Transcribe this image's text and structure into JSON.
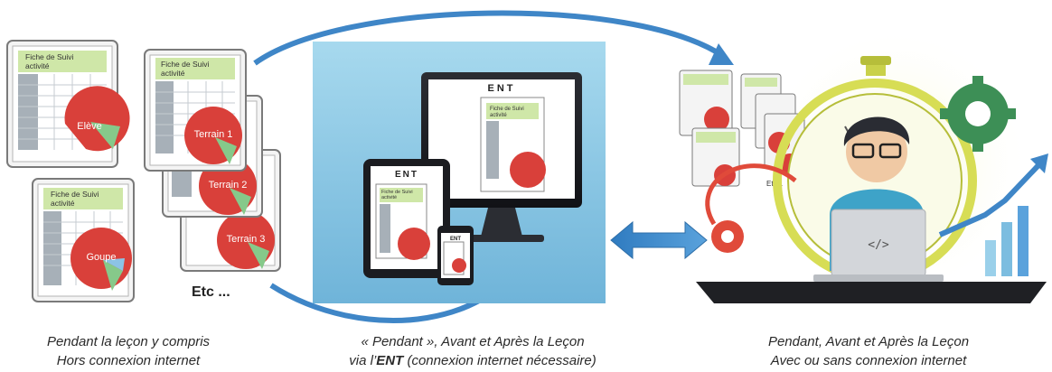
{
  "sheets": {
    "title_line1": "Fiche de Suivi",
    "title_line2": "activité",
    "labels": [
      "Elève",
      "Goupe",
      "Terrain 1",
      "Terrain 2",
      "Terrain 3"
    ],
    "etc": "Etc ...",
    "etc_small": "Etc..."
  },
  "devices": {
    "ent_label": "ENT",
    "code_symbol": "</>"
  },
  "captions": {
    "left_line1": "Pendant la leçon y compris",
    "left_line2": "Hors connexion internet",
    "middle_line1": "« Pendant », Avant et Après la Leçon",
    "middle_line2_pre": "via l’",
    "middle_line2_bold": "ENT",
    "middle_line2_post": " (connexion internet nécessaire)",
    "right_line1": "Pendant, Avant et Après la Leçon",
    "right_line2": "Avec ou sans connexion internet"
  },
  "colors": {
    "arrow": "#3f86c7",
    "panel": "#8fcbe6",
    "pie": "#d9403a",
    "sheet_title": "#cfe7a8",
    "gear": "#3d8f56"
  }
}
